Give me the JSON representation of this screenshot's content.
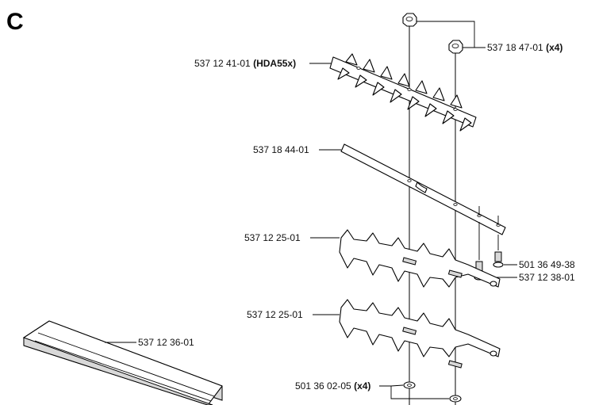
{
  "section": {
    "letter": "C"
  },
  "labels": {
    "blade_upper": {
      "part": "537 12 41-01",
      "note": "(HDA55x)"
    },
    "nut": {
      "part": "537 18 47-01",
      "note": "(x4)"
    },
    "flat_bar": {
      "part": "537 18 44-01"
    },
    "blade_mid": {
      "part": "537 12 25-01"
    },
    "screw_a": {
      "part": "501 36 49-38"
    },
    "screw_b": {
      "part": "537 12 38-01"
    },
    "blade_low": {
      "part": "537 12 25-01"
    },
    "guard": {
      "part": "537 12 36-01"
    },
    "washer": {
      "part": "501 36 02-05",
      "note": "(x4)"
    }
  }
}
